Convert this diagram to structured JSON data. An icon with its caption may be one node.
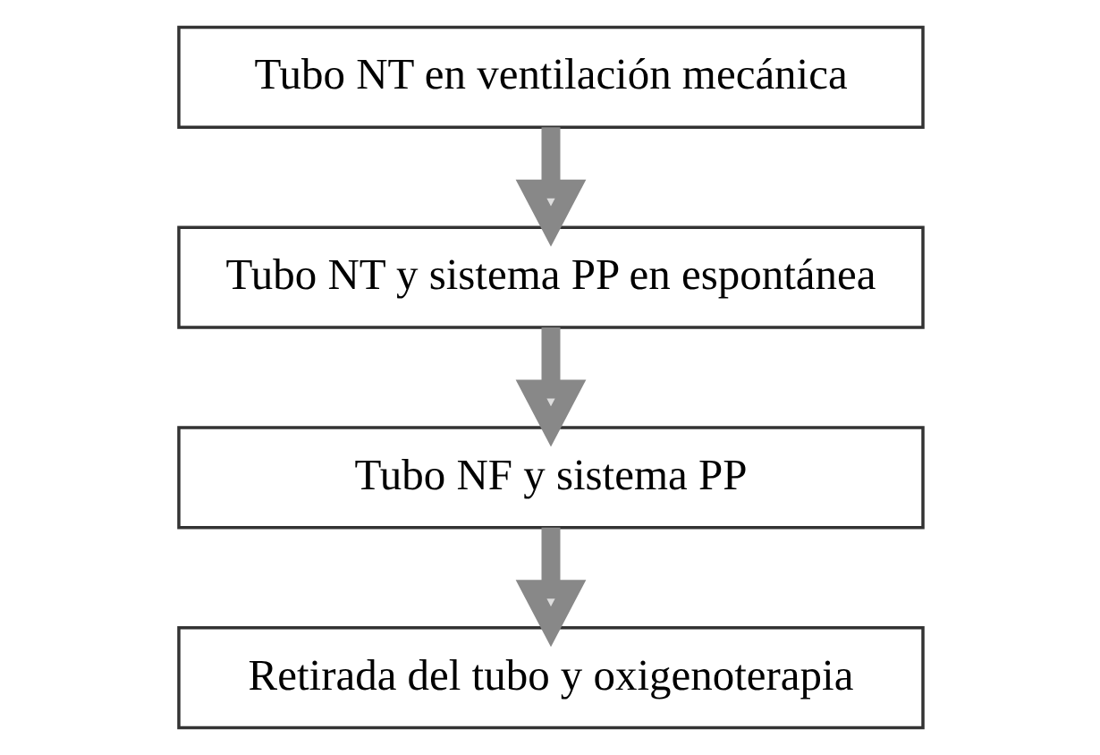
{
  "diagram": {
    "nodes": [
      {
        "text": [
          "Tubo NT en ventilación mecánica"
        ]
      },
      {
        "text": [
          "Tubo NT y sistema PP en espontánea"
        ]
      },
      {
        "text": [
          "Tubo NF y sistema PP"
        ]
      },
      {
        "text": [
          "Retirada del tubo y oxigenoterapia"
        ]
      }
    ],
    "edges": [
      {
        "from": 0,
        "to": 1,
        "arrow": "to"
      },
      {
        "from": 1,
        "to": 2,
        "arrow": "to"
      },
      {
        "from": 2,
        "to": 3,
        "arrow": "to"
      }
    ]
  }
}
